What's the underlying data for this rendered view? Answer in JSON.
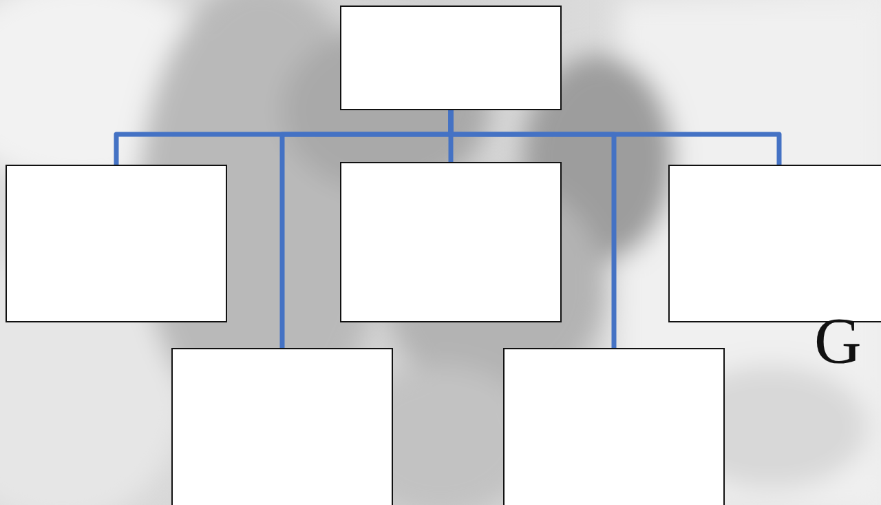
{
  "diagram": {
    "nodes": [
      {
        "text": []
      },
      {
        "text": []
      },
      {
        "text": []
      },
      {
        "text": []
      },
      {
        "text": []
      },
      {
        "text": []
      }
    ],
    "edges": [
      {
        "from": 0,
        "to": 1,
        "arrow": "none"
      },
      {
        "from": 0,
        "to": 2,
        "arrow": "none"
      },
      {
        "from": 0,
        "to": 3,
        "arrow": "none"
      },
      {
        "from": 0,
        "to": 4,
        "arrow": "none"
      },
      {
        "from": 0,
        "to": 5,
        "arrow": "none"
      }
    ],
    "labels": [
      "G"
    ]
  }
}
